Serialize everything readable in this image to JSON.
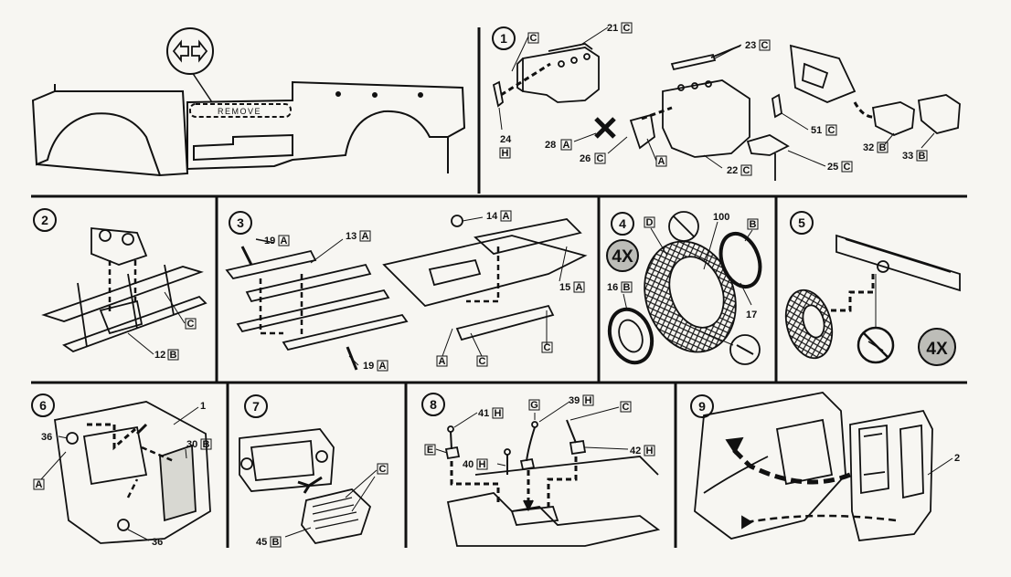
{
  "remove_label": "REMOVE",
  "steps": {
    "s1": {
      "number": "1",
      "callouts": {
        "top_sprue": "C",
        "p21": "21",
        "p21s": "C",
        "p23": "23",
        "p23s": "C",
        "p24": "24",
        "p24s": "H",
        "p28": "28",
        "p28s": "A",
        "p26": "26",
        "p26s": "C",
        "p26b": "A",
        "p22": "22",
        "p22s": "C",
        "p51": "51",
        "p51s": "C",
        "p25": "25",
        "p25s": "C",
        "p32": "32",
        "p32s": "B",
        "p33": "33",
        "p33s": "B"
      }
    },
    "s2": {
      "number": "2",
      "callouts": {
        "sC": "C",
        "p12": "12",
        "p12s": "B"
      }
    },
    "s3": {
      "number": "3",
      "callouts": {
        "p19a": "19",
        "p19as": "A",
        "p13": "13",
        "p13s": "A",
        "p14": "14",
        "p14s": "A",
        "p15": "15",
        "p15s": "A",
        "p19b": "19",
        "p19bs": "A",
        "sA": "A",
        "sC1": "C",
        "sC2": "C"
      }
    },
    "s4": {
      "number": "4",
      "multiplier": "4X",
      "callouts": {
        "D": "D",
        "p100": "100",
        "B": "B",
        "p16": "16",
        "p16s": "B",
        "p17": "17"
      }
    },
    "s5": {
      "number": "5",
      "multiplier": "4X"
    },
    "s6": {
      "number": "6",
      "callouts": {
        "p1": "1",
        "p36a": "36",
        "p30": "30",
        "p30s": "B",
        "sA": "A",
        "p36b": "36"
      }
    },
    "s7": {
      "number": "7",
      "callouts": {
        "sC": "C",
        "p45": "45",
        "p45s": "B"
      }
    },
    "s8": {
      "number": "8",
      "callouts": {
        "p41": "41",
        "p41s": "H",
        "G": "G",
        "p39": "39",
        "p39s": "H",
        "sC": "C",
        "E": "E",
        "p40": "40",
        "p40s": "H",
        "p42": "42",
        "p42s": "H"
      }
    },
    "s9": {
      "number": "9",
      "callouts": {
        "p2": "2"
      }
    }
  },
  "colors": {
    "ink": "#111111",
    "paper": "#f7f6f2",
    "shade": "#bdbdb8"
  }
}
